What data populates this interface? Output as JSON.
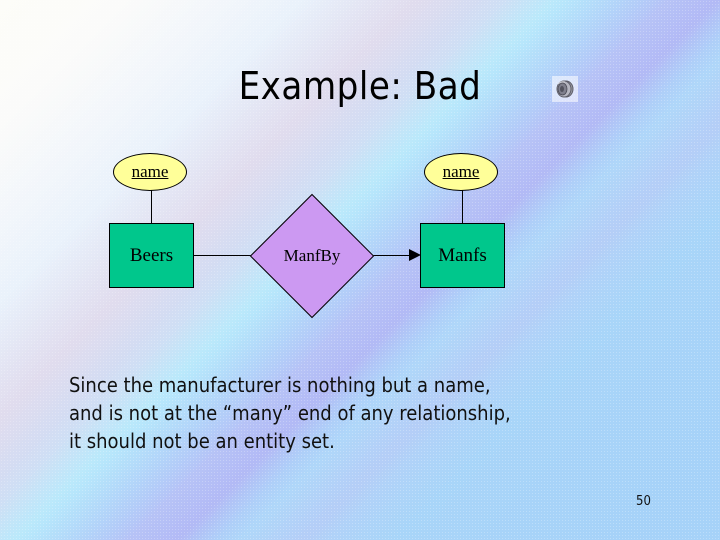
{
  "slide": {
    "title": "Example: Bad",
    "page_number": "50",
    "title_icon": "sound-clip-icon"
  },
  "colors": {
    "entity_fill": "#00c78c",
    "attribute_fill": "#ffff99",
    "relationship_fill": "#cc99f2",
    "outline": "#000000",
    "background_top_left": "#fdfdf8",
    "background_bottom_right": "#a6d2f8",
    "band_cyan": "#96faff",
    "band_violet": "#c896f0"
  },
  "diagram": {
    "type": "er-diagram",
    "entities": [
      {
        "id": "beers",
        "label": "Beers"
      },
      {
        "id": "manfs",
        "label": "Manfs"
      }
    ],
    "attributes": [
      {
        "id": "beers-name",
        "label": "name",
        "is_key": true,
        "owner": "beers"
      },
      {
        "id": "manfs-name",
        "label": "name",
        "is_key": true,
        "owner": "manfs"
      }
    ],
    "relationships": [
      {
        "id": "manfby",
        "label": "ManfBy",
        "from": "beers",
        "to": "manfs",
        "arrow_to": "manfs"
      }
    ]
  },
  "body": {
    "lines": [
      "Since the manufacturer is nothing but a name,",
      "and is not at the “many” end of any relationship,",
      "it should not be an entity set."
    ]
  }
}
